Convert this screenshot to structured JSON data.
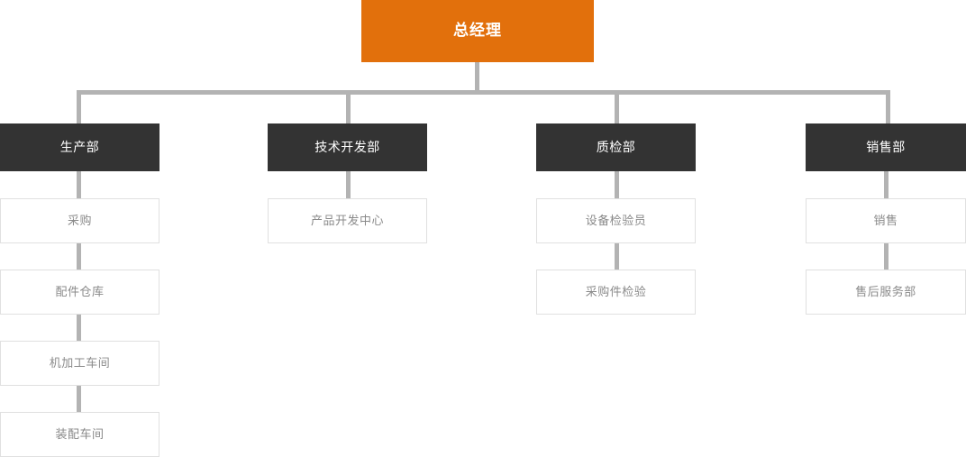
{
  "chart_data": {
    "type": "diagram",
    "title": "",
    "diagram_kind": "organization-chart",
    "orientation": "top-down",
    "colors": {
      "root_bg": "#e2700c",
      "root_text": "#ffffff",
      "dept_bg": "#333333",
      "dept_text": "#ffffff",
      "sub_bg": "#ffffff",
      "sub_text": "#8a8a8a",
      "sub_border": "#e0e0e0",
      "connector": "#b3b3b3",
      "page_bg": "#ffffff"
    },
    "root": {
      "label": "总经理"
    },
    "departments": [
      {
        "label": "生产部",
        "children": [
          {
            "label": "采购"
          },
          {
            "label": "配件仓库"
          },
          {
            "label": "机加工车间"
          },
          {
            "label": "装配车间"
          }
        ]
      },
      {
        "label": "技术开发部",
        "children": [
          {
            "label": "产品开发中心"
          }
        ]
      },
      {
        "label": "质检部",
        "children": [
          {
            "label": "设备检验员"
          },
          {
            "label": "采购件检验"
          }
        ]
      },
      {
        "label": "销售部",
        "children": [
          {
            "label": "销售"
          },
          {
            "label": "售后服务部"
          }
        ]
      }
    ]
  }
}
